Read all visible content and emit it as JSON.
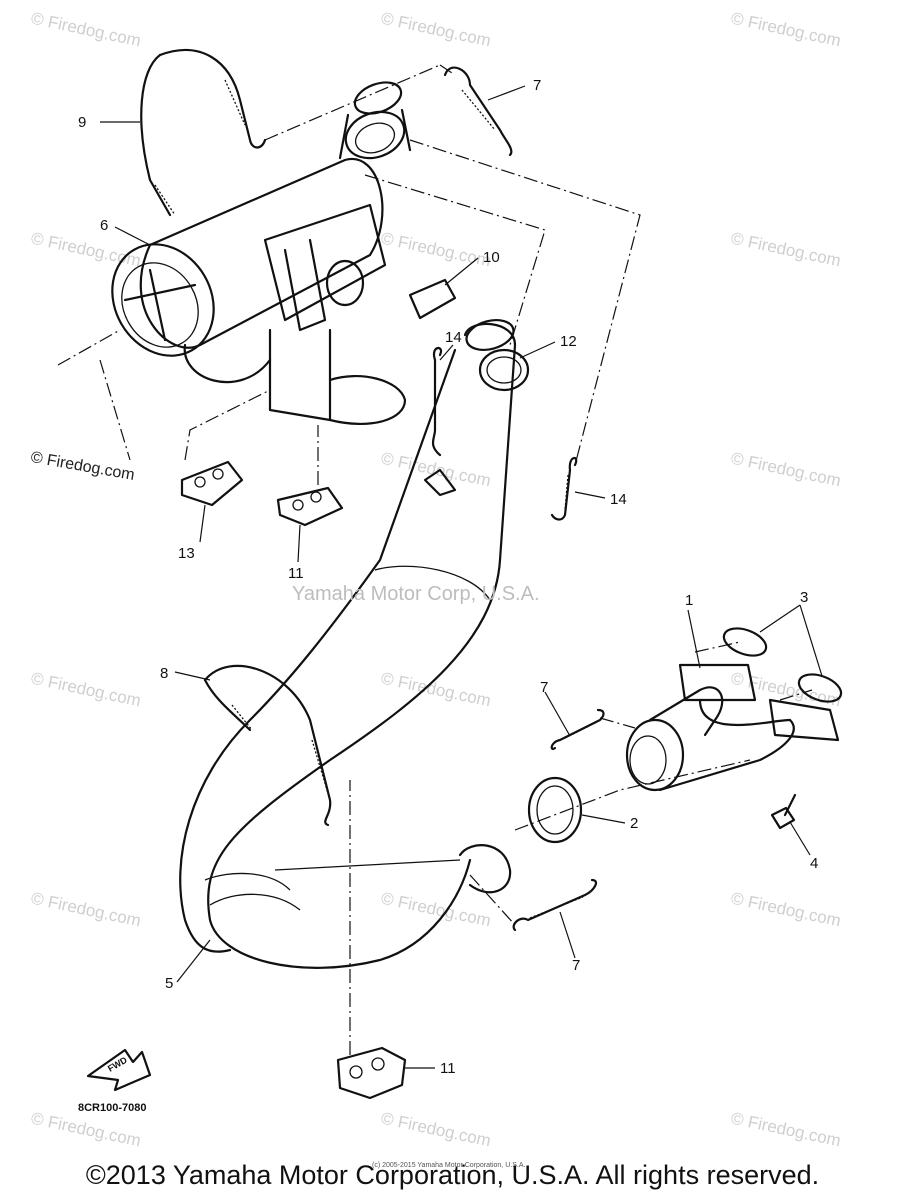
{
  "watermark_text": "© Firedog.com",
  "corp_watermark": "Yamaha Motor Corp, U.S.A.",
  "firedog_credit": "© Firedog.com",
  "diagram_code": "8CR100-7080",
  "fwd_label": "FWD",
  "tiny_credit": "(c) 2005-2015 Yamaha Motor Corporation, U.S.A.",
  "footer": "©2013 Yamaha Motor Corporation, U.S.A. All rights reserved.",
  "callouts": [
    {
      "id": "9",
      "label": "9"
    },
    {
      "id": "7a",
      "label": "7"
    },
    {
      "id": "6",
      "label": "6"
    },
    {
      "id": "10",
      "label": "10"
    },
    {
      "id": "12",
      "label": "12"
    },
    {
      "id": "14a",
      "label": "14"
    },
    {
      "id": "14b",
      "label": "14"
    },
    {
      "id": "13",
      "label": "13"
    },
    {
      "id": "11a",
      "label": "11"
    },
    {
      "id": "1",
      "label": "1"
    },
    {
      "id": "3",
      "label": "3"
    },
    {
      "id": "8",
      "label": "8"
    },
    {
      "id": "7b",
      "label": "7"
    },
    {
      "id": "2",
      "label": "2"
    },
    {
      "id": "4",
      "label": "4"
    },
    {
      "id": "5",
      "label": "5"
    },
    {
      "id": "7c",
      "label": "7"
    },
    {
      "id": "11b",
      "label": "11"
    }
  ]
}
